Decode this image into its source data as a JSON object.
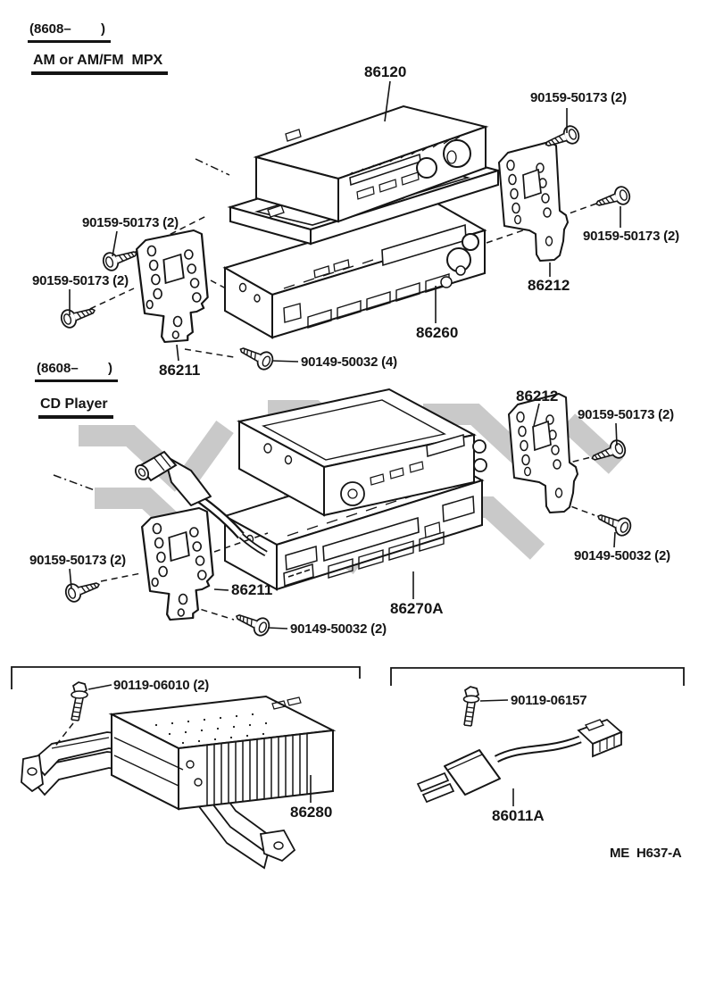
{
  "page": {
    "footer_code": "ME  H637-A",
    "background": "#ffffff",
    "line_color": "#151515",
    "watermark_color": "#c9c9c9"
  },
  "sections": {
    "amfm": {
      "range": "(8608–        )",
      "title": "AM or AM/FM  MPX"
    },
    "cd": {
      "range": "(8608–        )",
      "title": "CD Player"
    }
  },
  "labels": [
    {
      "part": "radio-receiver-assy",
      "text": "86120"
    },
    {
      "part": "screw",
      "text": "90159-50173 (2)"
    },
    {
      "part": "screw",
      "text": "90159-50173 (2)"
    },
    {
      "part": "bracket-right",
      "text": "86212"
    },
    {
      "part": "screw",
      "text": "90159-50173 (2)"
    },
    {
      "part": "screw",
      "text": "90159-50173 (2)"
    },
    {
      "part": "bracket-left",
      "text": "86211"
    },
    {
      "part": "screw",
      "text": "90149-50032 (4)"
    },
    {
      "part": "cassette-player",
      "text": "86260"
    },
    {
      "part": "bracket-right",
      "text": "86212"
    },
    {
      "part": "screw",
      "text": "90159-50173 (2)"
    },
    {
      "part": "screw",
      "text": "90149-50032 (2)"
    },
    {
      "part": "screw",
      "text": "90159-50173 (2)"
    },
    {
      "part": "bracket-left",
      "text": "86211"
    },
    {
      "part": "radio-cassette",
      "text": "86270A"
    },
    {
      "part": "screw",
      "text": "90149-50032 (2)"
    },
    {
      "part": "bolt",
      "text": "90119-06010 (2)"
    },
    {
      "part": "amplifier",
      "text": "86280"
    },
    {
      "part": "bolt",
      "text": "90119-06157"
    },
    {
      "part": "noise-filter",
      "text": "86011A"
    }
  ]
}
